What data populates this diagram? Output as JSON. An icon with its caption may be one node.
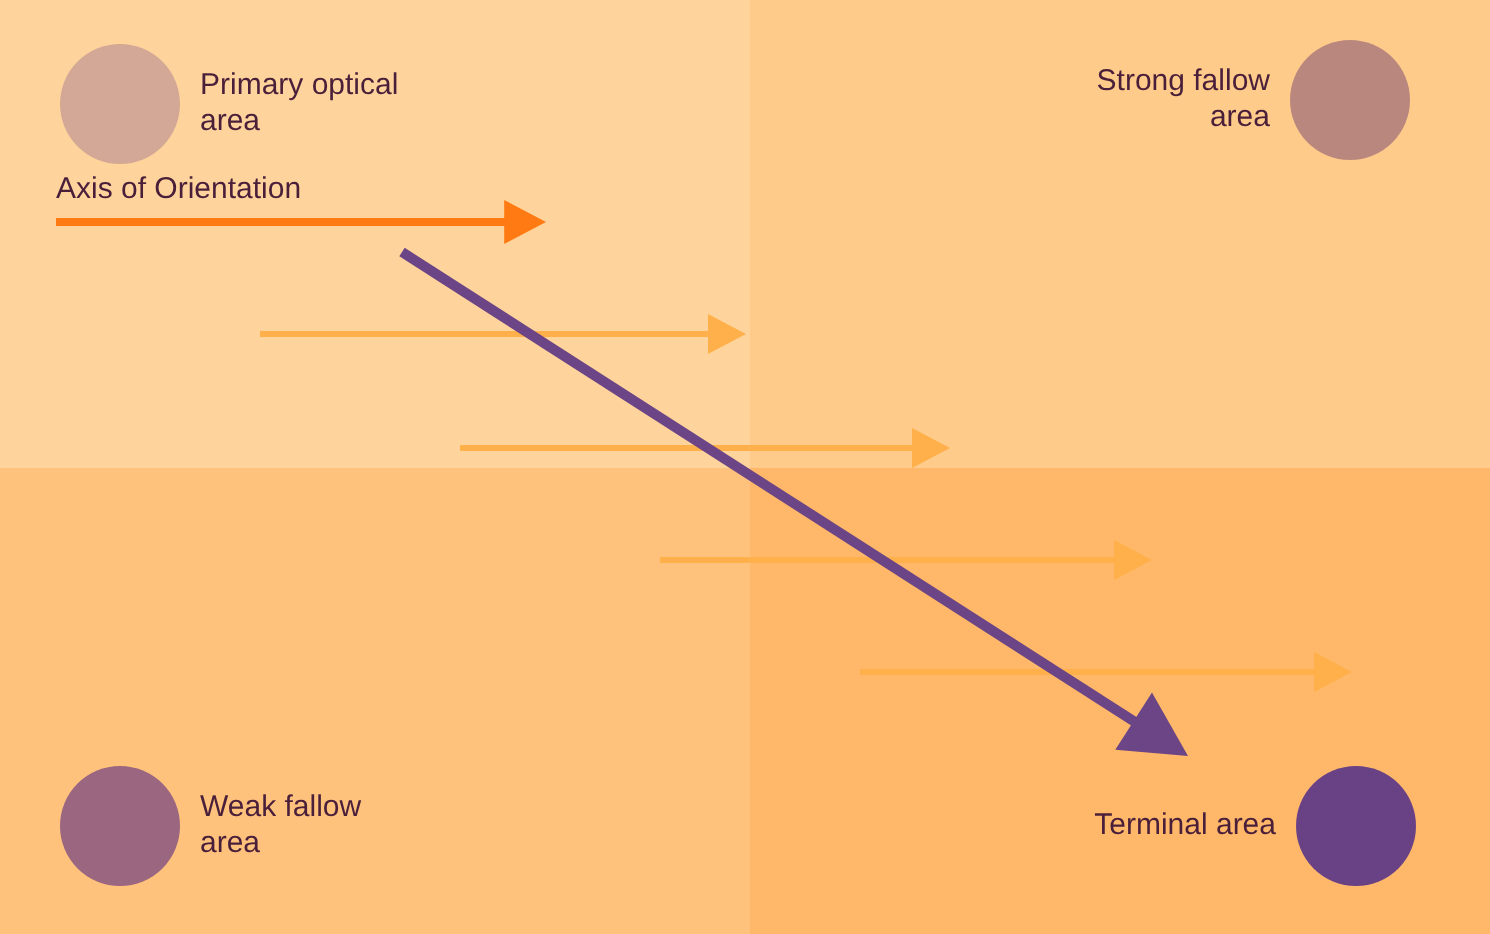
{
  "diagram": {
    "nodes": [
      {
        "text": [
          "Primary optical area"
        ]
      },
      {
        "text": [
          "Strong fallow area"
        ]
      },
      {
        "text": [
          "Weak fallow area"
        ]
      },
      {
        "text": [
          "Terminal area"
        ]
      }
    ],
    "labels": [
      "Axis of Orientation"
    ]
  }
}
